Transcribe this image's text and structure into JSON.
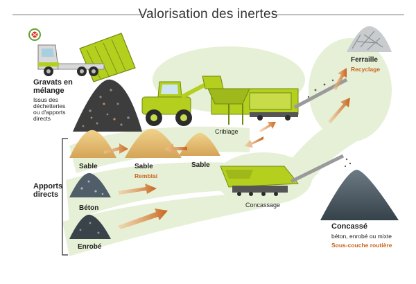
{
  "title": "Valorisation des inertes",
  "labels": {
    "gravats_title": "Gravats en mélange",
    "gravats_sub": "Issus des déchetteries ou d'apports directs",
    "criblage": "Criblage",
    "ferraille": "Ferraille",
    "recyclage": "Recyclage",
    "sable_1": "Sable",
    "sable_2": "Sable",
    "remblai": "Remblai",
    "sable_3": "Sable",
    "apports_directs": "Apports directs",
    "beton": "Béton",
    "enrobe": "Enrobé",
    "concassage": "Concassage",
    "concasse": "Concassé",
    "concasse_sub": "béton, enrobé ou mixte",
    "sous_couche": "Sous-couche routière"
  },
  "icons": [
    "logo-icon",
    "dump-truck-icon",
    "wheel-loader-icon",
    "screening-machine-icon",
    "crusher-machine-icon",
    "arrow-icon"
  ],
  "colors": {
    "accent_green": "#b4cf1e",
    "pale_green": "#e6f0d6",
    "orange": "#c8641c",
    "sand": "#e2b96a",
    "gravel_dark": "#3d3d3d",
    "slate": "#5a6670"
  }
}
